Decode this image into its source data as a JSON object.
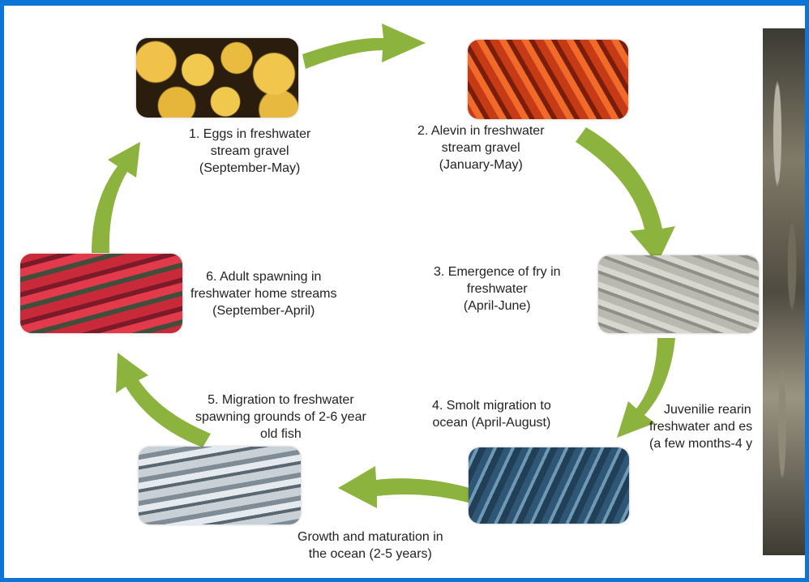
{
  "stages": [
    {
      "id": "eggs",
      "lines": [
        "1.  Eggs in freshwater",
        "stream gravel",
        "(September-May)"
      ]
    },
    {
      "id": "alevin",
      "lines": [
        "2.  Alevin in freshwater",
        "stream gravel",
        "(January-May)"
      ]
    },
    {
      "id": "fry",
      "lines": [
        "3.  Emergence of fry in",
        "freshwater",
        "(April-June)"
      ]
    },
    {
      "id": "smolt",
      "lines": [
        "4.  Smolt migration to",
        "ocean (April-August)"
      ]
    },
    {
      "id": "migration",
      "lines": [
        "5.  Migration to freshwater",
        "spawning grounds of 2-6 year",
        "old fish"
      ]
    },
    {
      "id": "adult",
      "lines": [
        "6.  Adult spawning in",
        "freshwater home streams",
        "(September-April)"
      ]
    }
  ],
  "juvenile_note": [
    "Juvenilie rearin",
    "freshwater and es",
    "(a few months-4 y"
  ],
  "growth_note": [
    "Growth and maturation in",
    "the ocean (2-5 years)"
  ],
  "colors": {
    "arrow": "#8db33f",
    "border": "#0b76d8"
  }
}
